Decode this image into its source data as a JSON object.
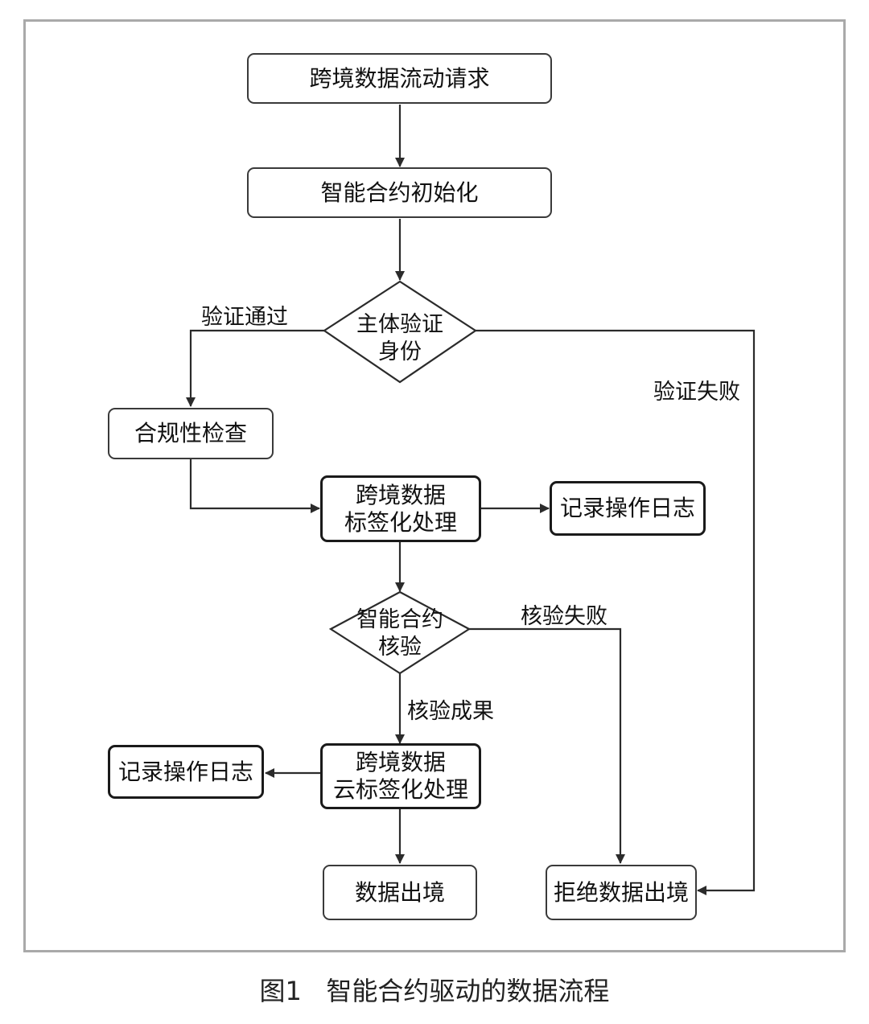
{
  "nodes": {
    "request": "跨境数据流动请求",
    "init": "智能合约初始化",
    "verify_identity": "主体验证\n身份",
    "compliance": "合规性检查",
    "tagging": "跨境数据\n标签化处理",
    "log1": "记录操作日志",
    "contract_check": "智能合约\n核验",
    "cloud_tagging": "跨境数据\n云标签化处理",
    "log2": "记录操作日志",
    "export": "数据出境",
    "reject": "拒绝数据出境"
  },
  "edges": {
    "verify_pass": "验证通过",
    "verify_fail": "验证失败",
    "check_fail": "核验失败",
    "check_ok": "核验成果"
  },
  "caption": "图1   智能合约驱动的数据流程"
}
